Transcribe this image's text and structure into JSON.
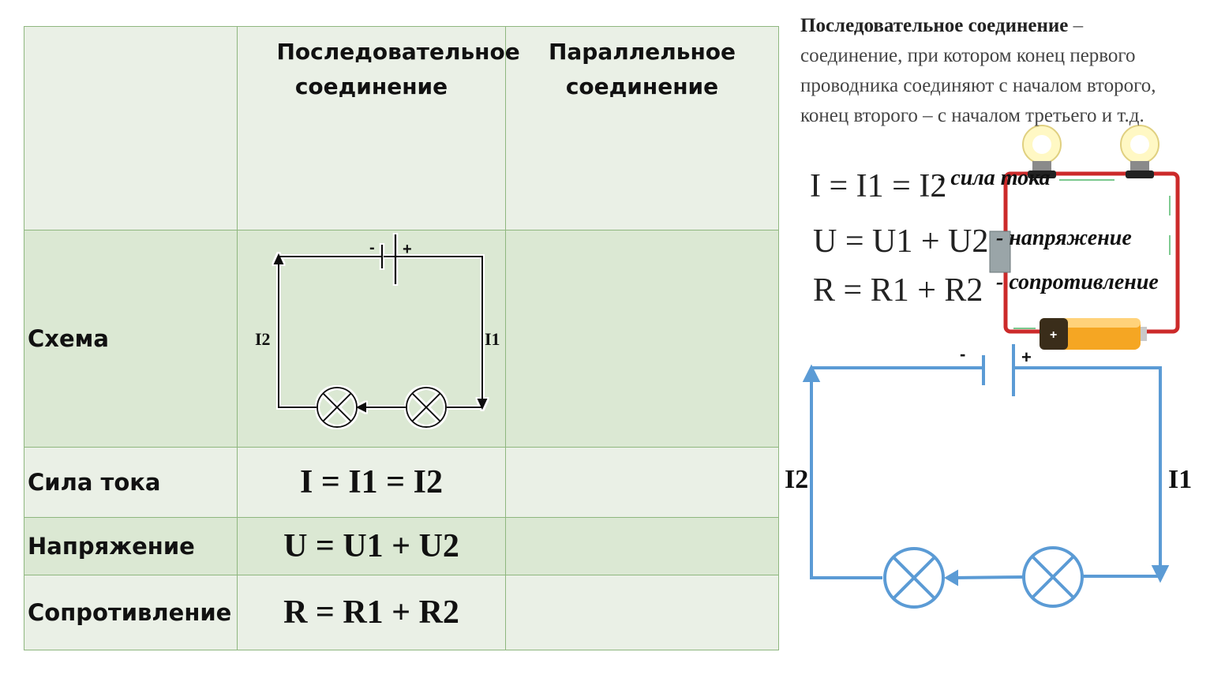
{
  "table": {
    "headers": [
      "",
      "Последовательное соединение",
      "Параллельное соединение"
    ],
    "rows": {
      "schema": {
        "label": "Схема"
      },
      "current": {
        "label": "Сила тока",
        "series": "I = I1 = I2",
        "parallel": ""
      },
      "voltage": {
        "label": "Напряжение",
        "series": "U = U1 + U2",
        "parallel": ""
      },
      "resistance": {
        "label": "Сопротивление",
        "series": "R = R1 + R2",
        "parallel": ""
      }
    },
    "small_circuit": {
      "minus": "-",
      "plus": "+",
      "i_left": "I2",
      "i_right": "I1"
    }
  },
  "definition": {
    "term": "Последовательное соединение",
    "dash": " –",
    "text": "соединение, при котором конец первого проводника соединяют с началом второго, конец второго – с началом третьего и т.д."
  },
  "formulas": [
    {
      "expr": "I = I1 = I2",
      "note": "- сила тока"
    },
    {
      "expr": "U = U1 + U2",
      "note": "- напряжение"
    },
    {
      "expr": "R = R1 + R2",
      "note": "- сопротивление"
    }
  ],
  "photo": {
    "battery_plus": "+"
  },
  "big_circuit": {
    "minus": "-",
    "plus": "+",
    "i_left": "I2",
    "i_right": "I1"
  },
  "colors": {
    "table_border": "#8fb77f",
    "row_light": "#eaf0e6",
    "row_dark": "#dbe8d3",
    "circuit_blue": "#5b9bd5",
    "photo_wire": "#cc2a2a",
    "battery_orange": "#f5a623"
  }
}
